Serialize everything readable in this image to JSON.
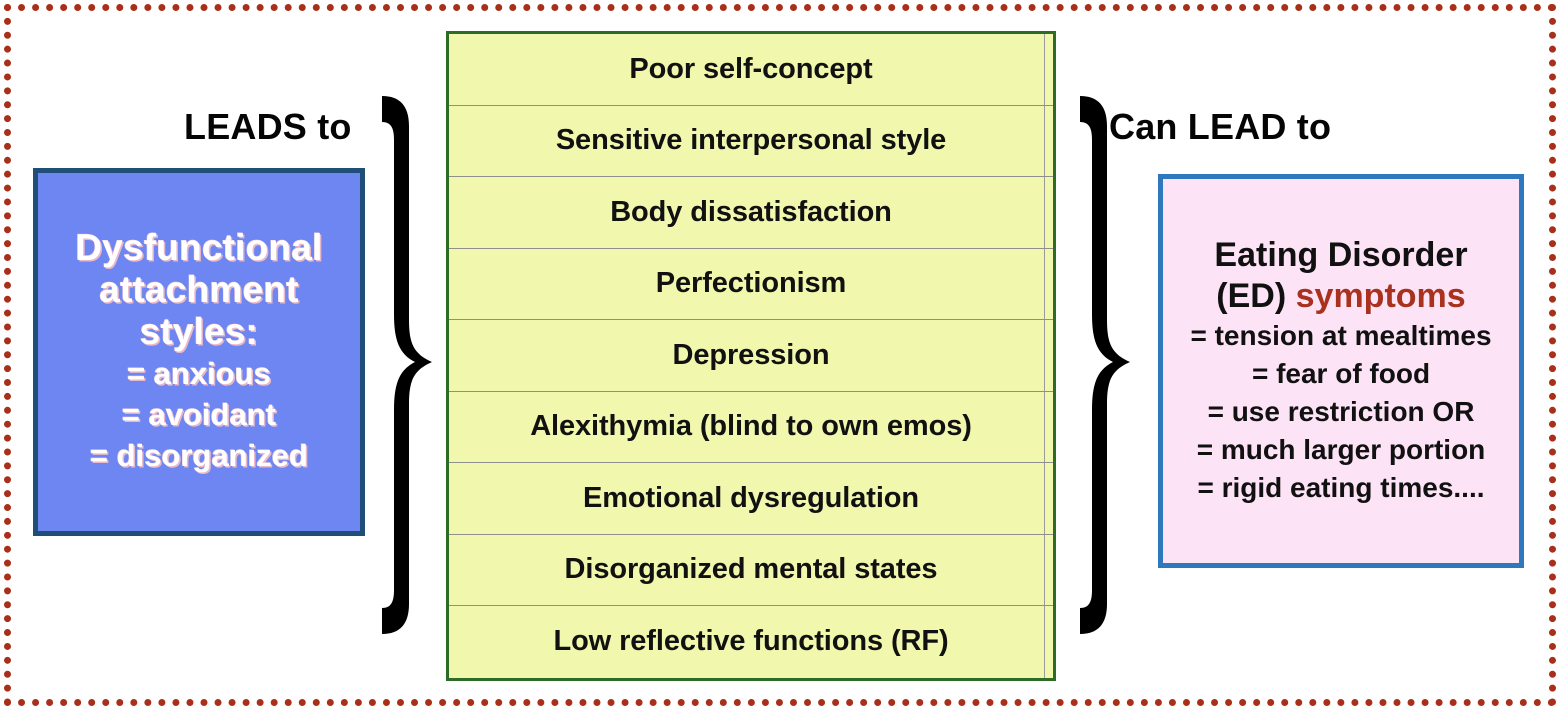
{
  "frame": {
    "border_color": "#A8301A",
    "style": "dotted"
  },
  "left_panel": {
    "box_name": "dysfunctional-attachment-styles-box",
    "fill_color": "#6E86F2",
    "border_color": "#1F4E79",
    "heading_lines": [
      "Dysfunctional",
      "attachment",
      "styles:"
    ],
    "items": [
      "= anxious",
      "= avoidant",
      "= disorganized"
    ]
  },
  "connectors": {
    "left_label": "LEADS to",
    "right_label": "Can LEAD to",
    "brace_color": "#000000"
  },
  "center_panel": {
    "box_name": "consequences-table",
    "fill_color": "#F1F7AD",
    "border_color": "#2E6B27",
    "rows": [
      "Poor self-concept",
      "Sensitive interpersonal style",
      "Body dissatisfaction",
      "Perfectionism",
      "Depression",
      "Alexithymia (blind to own emos)",
      "Emotional dysregulation",
      "Disorganized mental states",
      "Low reflective functions (RF)"
    ]
  },
  "right_panel": {
    "box_name": "eating-disorder-symptoms-box",
    "fill_color": "#FCE3F6",
    "border_color": "#2E78BE",
    "accent_color": "#A8321E",
    "title_line1": "Eating Disorder",
    "title_line2_plain": "(ED) ",
    "title_line2_accent": "symptoms",
    "items": [
      "= tension at mealtimes",
      "= fear of food",
      "= use restriction OR",
      "= much larger portion",
      "= rigid eating times...."
    ]
  }
}
